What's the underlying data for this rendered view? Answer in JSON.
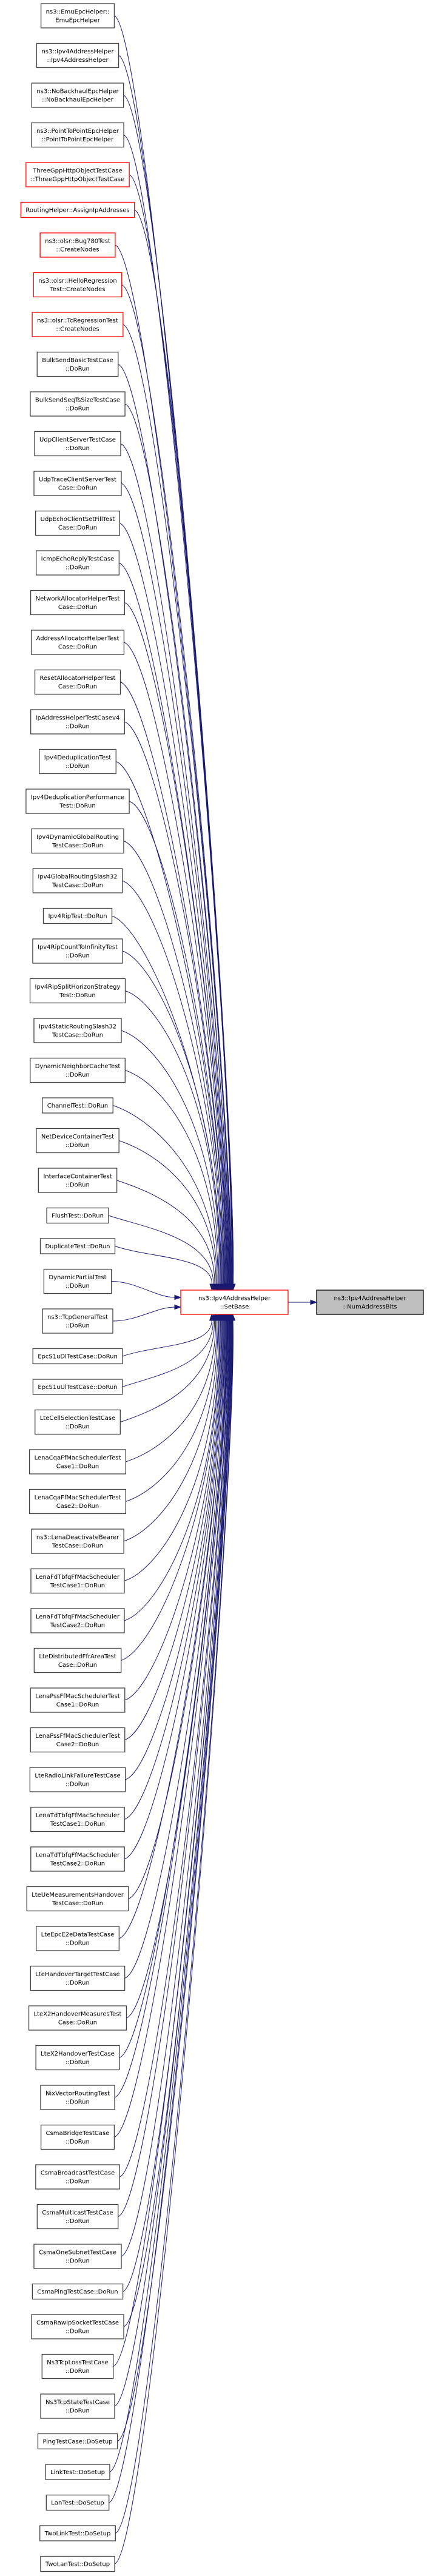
{
  "diagram": {
    "type": "doxygen-caller-graph",
    "edge_color": "#191970",
    "focus_node": {
      "id": "numaddressbits",
      "lines": [
        "ns3::Ipv4AddressHelper",
        "::NumAddressBits"
      ],
      "style": "focus"
    },
    "center_node": {
      "id": "setbase",
      "lines": [
        "ns3::Ipv4AddressHelper",
        "::SetBase"
      ],
      "style": "red"
    },
    "edges_note": "every caller node calls SetBase; SetBase calls NumAddressBits",
    "callers": [
      {
        "lines": [
          "ns3::EmuEpcHelper::",
          "EmuEpcHelper"
        ],
        "style": "normal"
      },
      {
        "lines": [
          "ns3::Ipv4AddressHelper",
          "::Ipv4AddressHelper"
        ],
        "style": "normal"
      },
      {
        "lines": [
          "ns3::NoBackhaulEpcHelper",
          "::NoBackhaulEpcHelper"
        ],
        "style": "normal"
      },
      {
        "lines": [
          "ns3::PointToPointEpcHelper",
          "::PointToPointEpcHelper"
        ],
        "style": "normal"
      },
      {
        "lines": [
          "ThreeGppHttpObjectTestCase",
          "::ThreeGppHttpObjectTestCase"
        ],
        "style": "red"
      },
      {
        "lines": [
          "RoutingHelper::AssignIpAddresses"
        ],
        "style": "red"
      },
      {
        "lines": [
          "ns3::olsr::Bug780Test",
          "::CreateNodes"
        ],
        "style": "red"
      },
      {
        "lines": [
          "ns3::olsr::HelloRegression",
          "Test::CreateNodes"
        ],
        "style": "red"
      },
      {
        "lines": [
          "ns3::olsr::TcRegressionTest",
          "::CreateNodes"
        ],
        "style": "red"
      },
      {
        "lines": [
          "BulkSendBasicTestCase",
          "::DoRun"
        ],
        "style": "normal"
      },
      {
        "lines": [
          "BulkSendSeqTsSizeTestCase",
          "::DoRun"
        ],
        "style": "normal"
      },
      {
        "lines": [
          "UdpClientServerTestCase",
          "::DoRun"
        ],
        "style": "normal"
      },
      {
        "lines": [
          "UdpTraceClientServerTest",
          "Case::DoRun"
        ],
        "style": "normal"
      },
      {
        "lines": [
          "UdpEchoClientSetFillTest",
          "Case::DoRun"
        ],
        "style": "normal"
      },
      {
        "lines": [
          "IcmpEchoReplyTestCase",
          "::DoRun"
        ],
        "style": "normal"
      },
      {
        "lines": [
          "NetworkAllocatorHelperTest",
          "Case::DoRun"
        ],
        "style": "normal"
      },
      {
        "lines": [
          "AddressAllocatorHelperTest",
          "Case::DoRun"
        ],
        "style": "normal"
      },
      {
        "lines": [
          "ResetAllocatorHelperTest",
          "Case::DoRun"
        ],
        "style": "normal"
      },
      {
        "lines": [
          "IpAddressHelperTestCasev4",
          "::DoRun"
        ],
        "style": "normal"
      },
      {
        "lines": [
          "Ipv4DeduplicationTest",
          "::DoRun"
        ],
        "style": "normal"
      },
      {
        "lines": [
          "Ipv4DeduplicationPerformance",
          "Test::DoRun"
        ],
        "style": "normal"
      },
      {
        "lines": [
          "Ipv4DynamicGlobalRouting",
          "TestCase::DoRun"
        ],
        "style": "normal"
      },
      {
        "lines": [
          "Ipv4GlobalRoutingSlash32",
          "TestCase::DoRun"
        ],
        "style": "normal"
      },
      {
        "lines": [
          "Ipv4RipTest::DoRun"
        ],
        "style": "normal"
      },
      {
        "lines": [
          "Ipv4RipCountToInfinityTest",
          "::DoRun"
        ],
        "style": "normal"
      },
      {
        "lines": [
          "Ipv4RipSplitHorizonStrategy",
          "Test::DoRun"
        ],
        "style": "normal"
      },
      {
        "lines": [
          "Ipv4StaticRoutingSlash32",
          "TestCase::DoRun"
        ],
        "style": "normal"
      },
      {
        "lines": [
          "DynamicNeighborCacheTest",
          "::DoRun"
        ],
        "style": "normal"
      },
      {
        "lines": [
          "ChannelTest::DoRun"
        ],
        "style": "normal"
      },
      {
        "lines": [
          "NetDeviceContainerTest",
          "::DoRun"
        ],
        "style": "normal"
      },
      {
        "lines": [
          "InterfaceContainerTest",
          "::DoRun"
        ],
        "style": "normal"
      },
      {
        "lines": [
          "FlushTest::DoRun"
        ],
        "style": "normal"
      },
      {
        "lines": [
          "DuplicateTest::DoRun"
        ],
        "style": "normal"
      },
      {
        "lines": [
          "DynamicPartialTest",
          "::DoRun"
        ],
        "style": "normal"
      },
      {
        "lines": [
          "ns3::TcpGeneralTest",
          "::DoRun"
        ],
        "style": "normal"
      },
      {
        "lines": [
          "EpcS1uDlTestCase::DoRun"
        ],
        "style": "normal"
      },
      {
        "lines": [
          "EpcS1uUlTestCase::DoRun"
        ],
        "style": "normal"
      },
      {
        "lines": [
          "LteCellSelectionTestCase",
          "::DoRun"
        ],
        "style": "normal"
      },
      {
        "lines": [
          "LenaCqaFfMacSchedulerTest",
          "Case1::DoRun"
        ],
        "style": "normal"
      },
      {
        "lines": [
          "LenaCqaFfMacSchedulerTest",
          "Case2::DoRun"
        ],
        "style": "normal"
      },
      {
        "lines": [
          "ns3::LenaDeactivateBearer",
          "TestCase::DoRun"
        ],
        "style": "normal"
      },
      {
        "lines": [
          "LenaFdTbfqFfMacScheduler",
          "TestCase1::DoRun"
        ],
        "style": "normal"
      },
      {
        "lines": [
          "LenaFdTbfqFfMacScheduler",
          "TestCase2::DoRun"
        ],
        "style": "normal"
      },
      {
        "lines": [
          "LteDistributedFfrAreaTest",
          "Case::DoRun"
        ],
        "style": "normal"
      },
      {
        "lines": [
          "LenaPssFfMacSchedulerTest",
          "Case1::DoRun"
        ],
        "style": "normal"
      },
      {
        "lines": [
          "LenaPssFfMacSchedulerTest",
          "Case2::DoRun"
        ],
        "style": "normal"
      },
      {
        "lines": [
          "LteRadioLinkFailureTestCase",
          "::DoRun"
        ],
        "style": "normal"
      },
      {
        "lines": [
          "LenaTdTbfqFfMacScheduler",
          "TestCase1::DoRun"
        ],
        "style": "normal"
      },
      {
        "lines": [
          "LenaTdTbfqFfMacScheduler",
          "TestCase2::DoRun"
        ],
        "style": "normal"
      },
      {
        "lines": [
          "LteUeMeasurementsHandover",
          "TestCase::DoRun"
        ],
        "style": "normal"
      },
      {
        "lines": [
          "LteEpcE2eDataTestCase",
          "::DoRun"
        ],
        "style": "normal"
      },
      {
        "lines": [
          "LteHandoverTargetTestCase",
          "::DoRun"
        ],
        "style": "normal"
      },
      {
        "lines": [
          "LteX2HandoverMeasuresTest",
          "Case::DoRun"
        ],
        "style": "normal"
      },
      {
        "lines": [
          "LteX2HandoverTestCase",
          "::DoRun"
        ],
        "style": "normal"
      },
      {
        "lines": [
          "NixVectorRoutingTest",
          "::DoRun"
        ],
        "style": "normal"
      },
      {
        "lines": [
          "CsmaBridgeTestCase",
          "::DoRun"
        ],
        "style": "normal"
      },
      {
        "lines": [
          "CsmaBroadcastTestCase",
          "::DoRun"
        ],
        "style": "normal"
      },
      {
        "lines": [
          "CsmaMulticastTestCase",
          "::DoRun"
        ],
        "style": "normal"
      },
      {
        "lines": [
          "CsmaOneSubnetTestCase",
          "::DoRun"
        ],
        "style": "normal"
      },
      {
        "lines": [
          "CsmaPingTestCase::DoRun"
        ],
        "style": "normal"
      },
      {
        "lines": [
          "CsmaRawIpSocketTestCase",
          "::DoRun"
        ],
        "style": "normal"
      },
      {
        "lines": [
          "Ns3TcpLossTestCase",
          "::DoRun"
        ],
        "style": "normal"
      },
      {
        "lines": [
          "Ns3TcpStateTestCase",
          "::DoRun"
        ],
        "style": "normal"
      },
      {
        "lines": [
          "PingTestCase::DoSetup"
        ],
        "style": "normal"
      },
      {
        "lines": [
          "LinkTest::DoSetup"
        ],
        "style": "normal"
      },
      {
        "lines": [
          "LanTest::DoSetup"
        ],
        "style": "normal"
      },
      {
        "lines": [
          "TwoLinkTest::DoSetup"
        ],
        "style": "normal"
      },
      {
        "lines": [
          "TwoLanTest::DoSetup"
        ],
        "style": "normal"
      }
    ]
  }
}
